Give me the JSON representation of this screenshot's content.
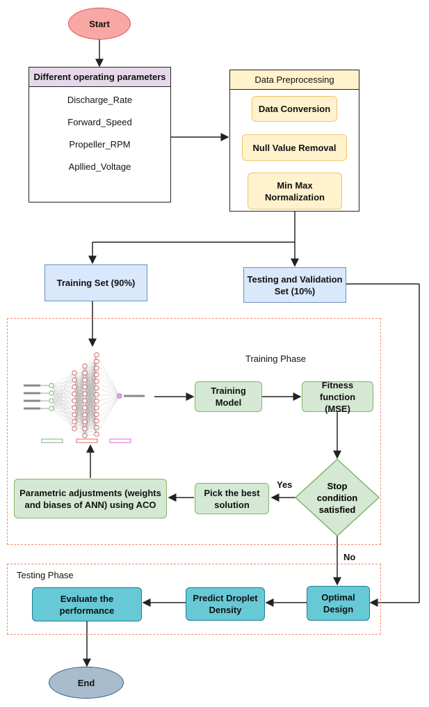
{
  "start": "Start",
  "end": "End",
  "parameters": {
    "title": "Different operating parameters",
    "items": [
      "Discharge_Rate",
      "Forward_Speed",
      "Propeller_RPM",
      "Apllied_Voltage"
    ]
  },
  "preprocessing": {
    "title": "Data Preprocessing",
    "steps": [
      "Data Conversion",
      "Null Value Removal",
      "Min Max Normalization"
    ]
  },
  "training_set": "Training Set (90%)",
  "testing_set": "Testing and Validation Set (10%)",
  "training_phase": {
    "label": "Training Phase",
    "training_model": "Training Model",
    "fitness": "Fitness function (MSE)",
    "stop_condition": "Stop condition satisfied",
    "pick_best": "Pick the best solution",
    "adjustments": "Parametric adjustments (weights and biases of ANN) using ACO",
    "yes": "Yes",
    "no": "No"
  },
  "testing_phase": {
    "label": "Testing Phase",
    "optimal": "Optimal Design",
    "predict": "Predict Droplet Density",
    "evaluate": "Evaluate the performance"
  },
  "colors": {
    "start_fill": "#f9a7a4",
    "end_fill": "#a8bccd",
    "training_green": "#d5e8d4",
    "testing_teal": "#67c9d6",
    "preprocess_yellow": "#fff2cc",
    "set_blue": "#dae8fc",
    "dashed_border": "#f08a6c"
  }
}
